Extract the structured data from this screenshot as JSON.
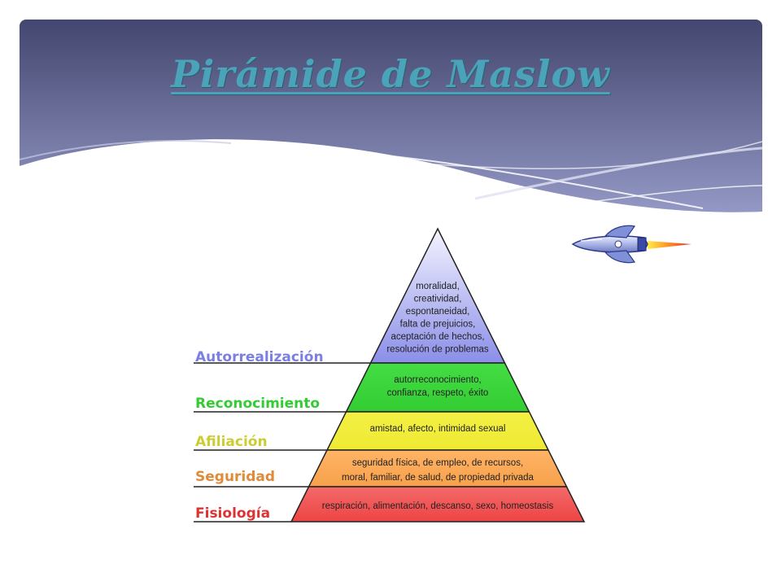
{
  "title": "Pirámide de Maslow",
  "levels": [
    {
      "name": "Autorrealización",
      "color": "#7b7fe0",
      "fill_top": "#f4f4ff",
      "fill_bottom": "#8b8ee8",
      "text": [
        "moralidad,",
        "creatividad,",
        "espontaneidad,",
        "falta de prejuicios,",
        "aceptación de hechos,",
        "resolución de problemas"
      ]
    },
    {
      "name": "Reconocimiento",
      "color": "#33cc33",
      "fill_top": "#44dd44",
      "fill_bottom": "#33cc33",
      "text": [
        "autorreconocimiento,",
        "confianza, respeto, éxito"
      ]
    },
    {
      "name": "Afiliación",
      "color": "#cccc33",
      "fill_top": "#f4f044",
      "fill_bottom": "#eeea33",
      "text": [
        "amistad, afecto, intimidad sexual"
      ]
    },
    {
      "name": "Seguridad",
      "color": "#e08a3a",
      "fill_top": "#ffb466",
      "fill_bottom": "#f7a04a",
      "text": [
        "seguridad física, de empleo, de recursos,",
        "moral, familiar, de salud, de propiedad privada"
      ]
    },
    {
      "name": "Fisiología",
      "color": "#dd3333",
      "fill_top": "#f46a6a",
      "fill_bottom": "#ee4444",
      "text": [
        "respiración, alimentación, descanso, sexo, homeostasis"
      ]
    }
  ],
  "header_colors": {
    "top": "#43466e",
    "bottom": "#8a8fbd"
  }
}
